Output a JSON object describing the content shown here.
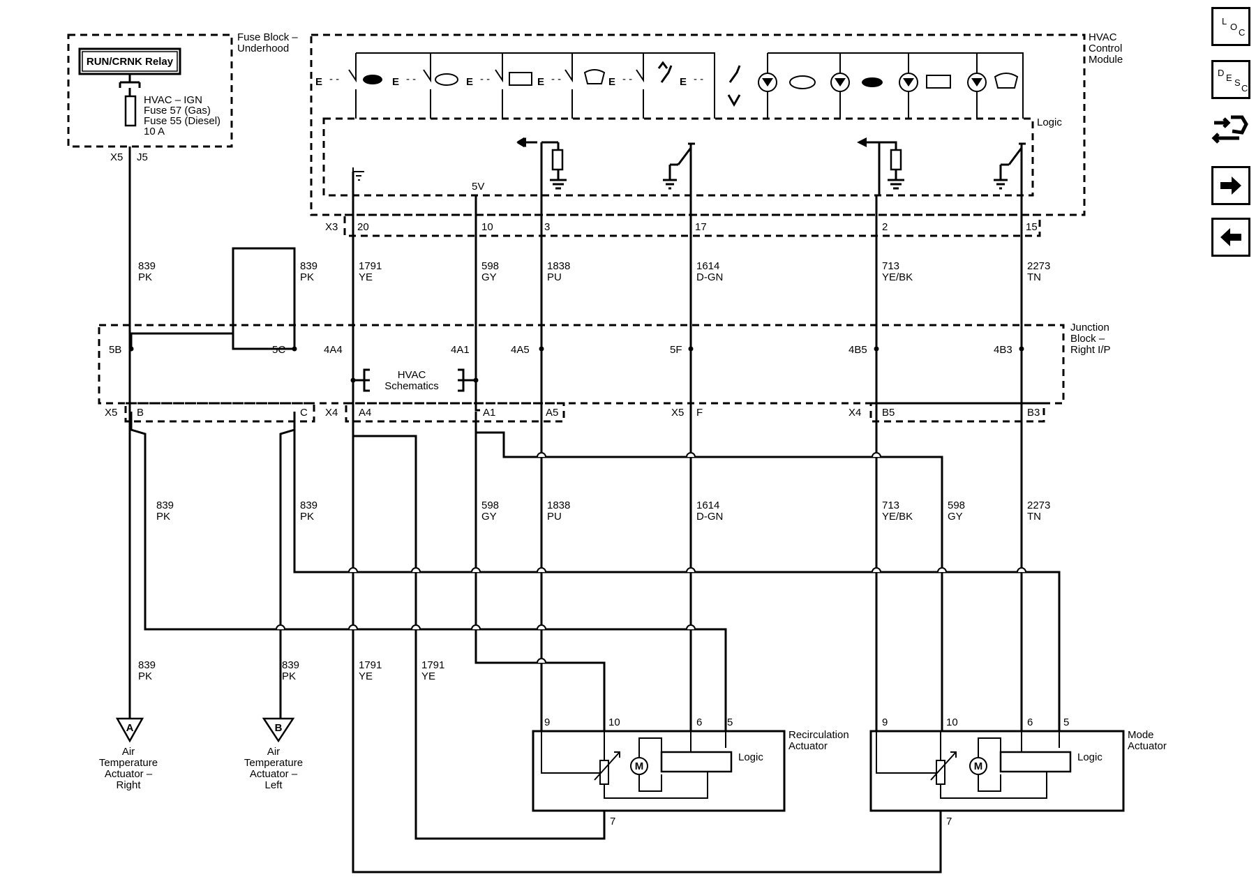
{
  "fuse_block": {
    "title": "Fuse Block – Underhood",
    "relay": "RUN/CRNK Relay",
    "fuse_lines": [
      "HVAC – IGN",
      "Fuse 57 (Gas)",
      "Fuse 55 (Diesel)",
      "10 A"
    ],
    "conn_x5": "X5",
    "conn_j5": "J5"
  },
  "hvac_module": {
    "title": "HVAC Control Module",
    "logic": "Logic",
    "five_v": "5V",
    "switch_prefix": "E",
    "connector": "X3",
    "pins": [
      "20",
      "10",
      "3",
      "17",
      "2",
      "15"
    ]
  },
  "wires_top": [
    {
      "num": "839",
      "color": "PK"
    },
    {
      "num": "839",
      "color": "PK"
    },
    {
      "num": "1791",
      "color": "YE"
    },
    {
      "num": "598",
      "color": "GY"
    },
    {
      "num": "1838",
      "color": "PU"
    },
    {
      "num": "1614",
      "color": "D-GN"
    },
    {
      "num": "713",
      "color": "YE/BK"
    },
    {
      "num": "2273",
      "color": "TN"
    }
  ],
  "junction_block": {
    "title": "Junction Block – Right I/P",
    "pins": [
      "5B",
      "5C",
      "4A4",
      "4A1",
      "4A5",
      "5F",
      "4B5",
      "4B3"
    ],
    "schematics_label": "HVAC Schematics",
    "bottom_connectors": [
      "X5",
      "B",
      "C",
      "X4",
      "A4",
      "A1",
      "A5",
      "X5",
      "F",
      "X4",
      "B5",
      "B3"
    ]
  },
  "wires_mid": [
    {
      "num": "839",
      "color": "PK"
    },
    {
      "num": "839",
      "color": "PK"
    },
    {
      "num": "598",
      "color": "GY"
    },
    {
      "num": "1838",
      "color": "PU"
    },
    {
      "num": "1614",
      "color": "D-GN"
    },
    {
      "num": "713",
      "color": "YE/BK"
    },
    {
      "num": "598",
      "color": "GY"
    },
    {
      "num": "2273",
      "color": "TN"
    }
  ],
  "wires_low": [
    {
      "num": "839",
      "color": "PK"
    },
    {
      "num": "839",
      "color": "PK"
    },
    {
      "num": "1791",
      "color": "YE"
    },
    {
      "num": "1791",
      "color": "YE"
    }
  ],
  "offpage": [
    {
      "letter": "A",
      "label": [
        "Air",
        "Temperature",
        "Actuator –",
        "Right"
      ]
    },
    {
      "letter": "B",
      "label": [
        "Air",
        "Temperature",
        "Actuator –",
        "Left"
      ]
    }
  ],
  "recirc_actuator": {
    "title": [
      "Recirculation",
      "Actuator"
    ],
    "pins": [
      "9",
      "10",
      "6",
      "5",
      "7"
    ],
    "logic": "Logic",
    "motor": "M"
  },
  "mode_actuator": {
    "title": [
      "Mode",
      "Actuator"
    ],
    "pins": [
      "9",
      "10",
      "6",
      "5",
      "7"
    ],
    "logic": "Logic",
    "motor": "M"
  },
  "nav": {
    "loc": [
      "L",
      "O",
      "C"
    ],
    "desc": [
      "D",
      "E",
      "S",
      "C"
    ],
    "icons": [
      "connector-wrench-icon",
      "arrow-right-icon",
      "arrow-left-icon"
    ]
  }
}
